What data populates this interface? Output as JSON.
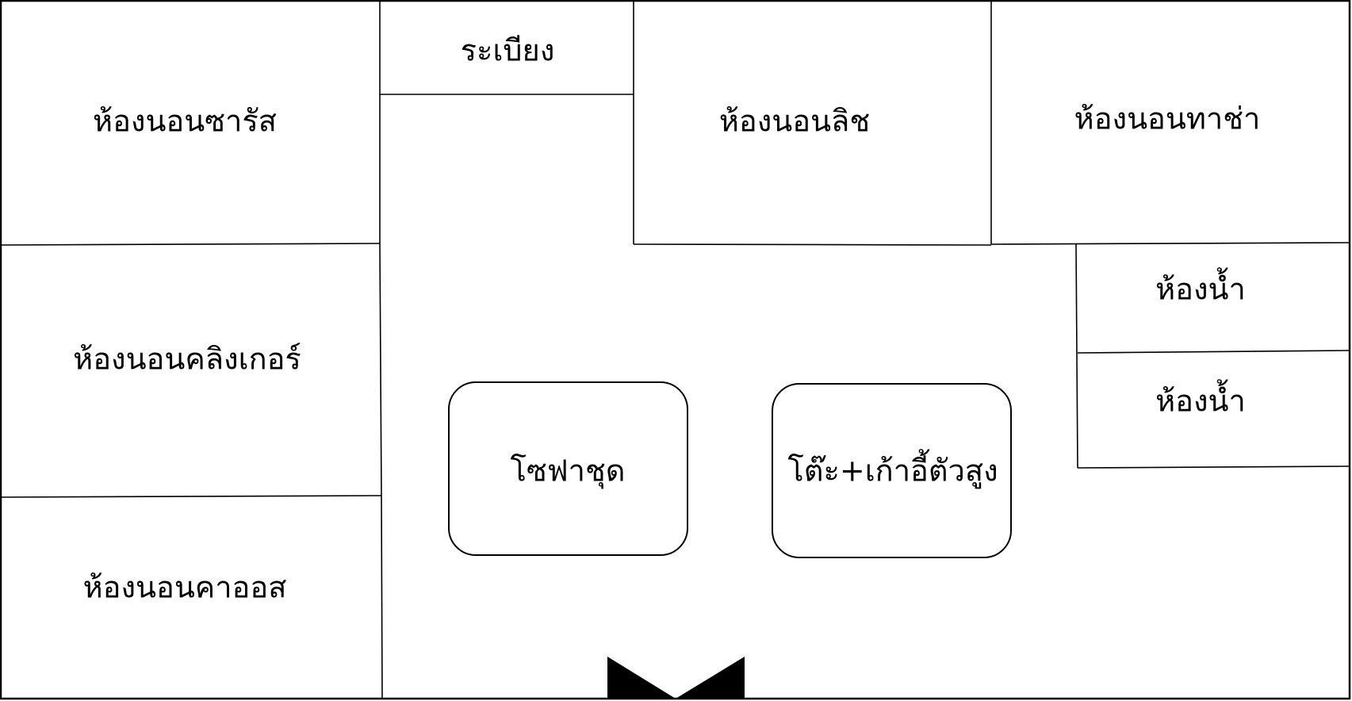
{
  "floor_plan": {
    "rooms": {
      "bedroom_saras": "ห้องนอนซารัส",
      "bedroom_klinger": "ห้องนอนคลิงเกอร์",
      "bedroom_chaos": "ห้องนอนคาออส",
      "balcony": "ระเบียง",
      "bedroom_lich": "ห้องนอนลิช",
      "bedroom_tasha": "ห้องนอนทาช่า",
      "bathroom_1": "ห้องน้ำ",
      "bathroom_2": "ห้องน้ำ"
    },
    "furniture": {
      "sofa_set": "โซฟาชุด",
      "table_high_chairs": "โต๊ะ+เก้าอี้ตัวสูง"
    },
    "colors": {
      "line": "#000000",
      "background": "#ffffff",
      "door_marker": "#000000"
    }
  }
}
